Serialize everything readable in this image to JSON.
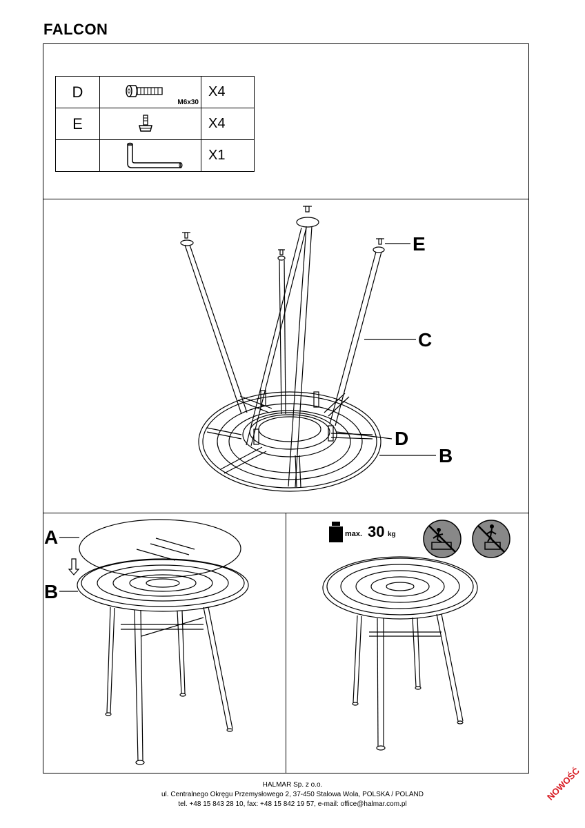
{
  "product_title": "FALCON",
  "parts": [
    {
      "label": "D",
      "quantity": "X4",
      "spec": "M6x30",
      "icon": "bolt-icon"
    },
    {
      "label": "E",
      "quantity": "X4",
      "spec": "",
      "icon": "foot-glide-icon"
    },
    {
      "label": "",
      "quantity": "X1",
      "spec": "",
      "icon": "allen-key-icon"
    }
  ],
  "callouts": {
    "a": "A",
    "b": "B",
    "c": "C",
    "d": "D",
    "e": "E"
  },
  "load": {
    "prefix": "max.",
    "value": "30",
    "unit": "kg"
  },
  "footer": {
    "company": "HALMAR Sp. z o.o.",
    "address": "ul. Centralnego Okręgu Przemysłowego 2, 37-450 Stalowa Wola, POLSKA / POLAND",
    "contact": "tel. +48 15 843 28 10, fax: +48 15 842 19 57, e-mail: office@halmar.com.pl"
  },
  "badge": "NOWOŚĆ"
}
